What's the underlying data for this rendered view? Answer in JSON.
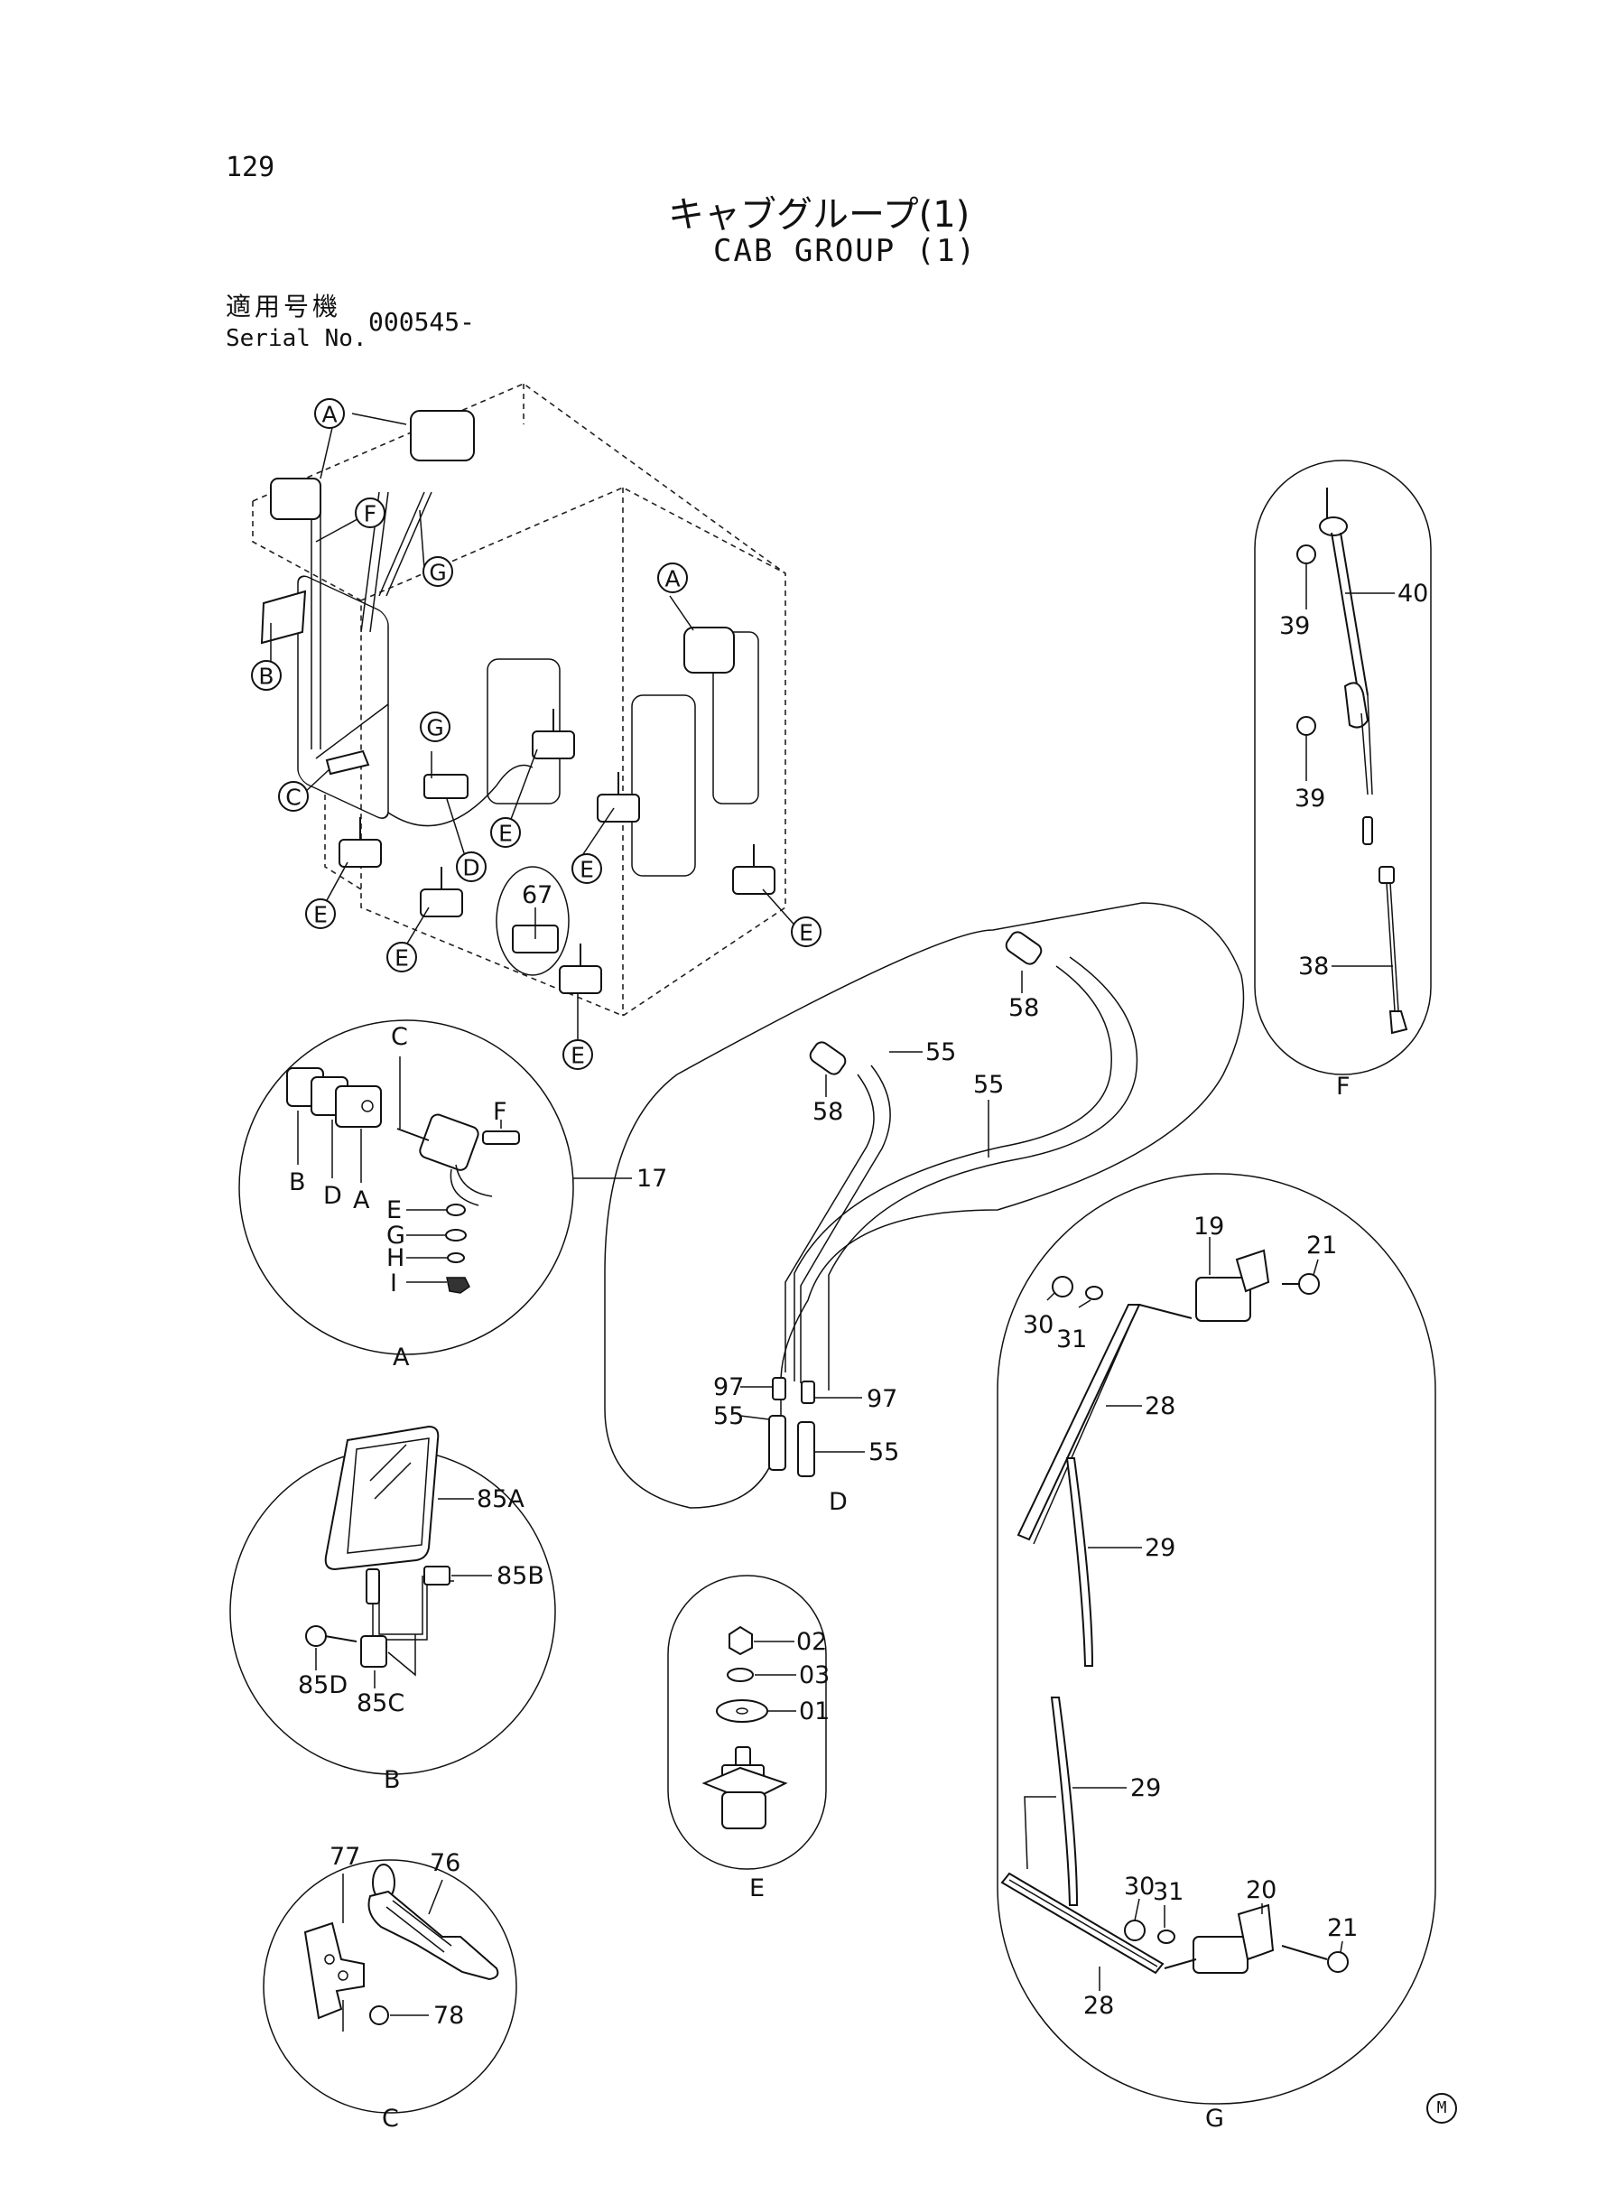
{
  "header": {
    "page_number": "129",
    "title_jp": "キャブグループ(1)",
    "title_en": "CAB GROUP (1)",
    "serial_label_jp": "適用号機",
    "serial_label_en": "Serial No.",
    "serial_value": "000545-"
  },
  "callouts": {
    "A": "A",
    "B": "B",
    "C": "C",
    "D": "D",
    "E": "E",
    "F": "F",
    "G": "G",
    "67": "67"
  },
  "detail_A": {
    "title": "A",
    "assembly": "17",
    "letters": [
      "B",
      "D",
      "A",
      "C",
      "F",
      "E",
      "G",
      "H",
      "I"
    ]
  },
  "detail_B": {
    "title": "B",
    "labels": [
      "85A",
      "85B",
      "85D",
      "85C"
    ]
  },
  "detail_C": {
    "title": "C",
    "labels": [
      "77",
      "76",
      "78"
    ]
  },
  "detail_D": {
    "title": "D",
    "labels": [
      "58",
      "58",
      "55",
      "55",
      "97",
      "97",
      "55",
      "55"
    ]
  },
  "detail_E": {
    "title": "E",
    "labels": [
      "02",
      "03",
      "01"
    ]
  },
  "detail_F": {
    "title": "F",
    "labels": [
      "40",
      "39",
      "39",
      "38"
    ]
  },
  "detail_G": {
    "title": "G",
    "labels": [
      "19",
      "21",
      "30",
      "31",
      "28",
      "29",
      "29",
      "30",
      "31",
      "20",
      "21",
      "28"
    ]
  },
  "footer_mark": "M"
}
